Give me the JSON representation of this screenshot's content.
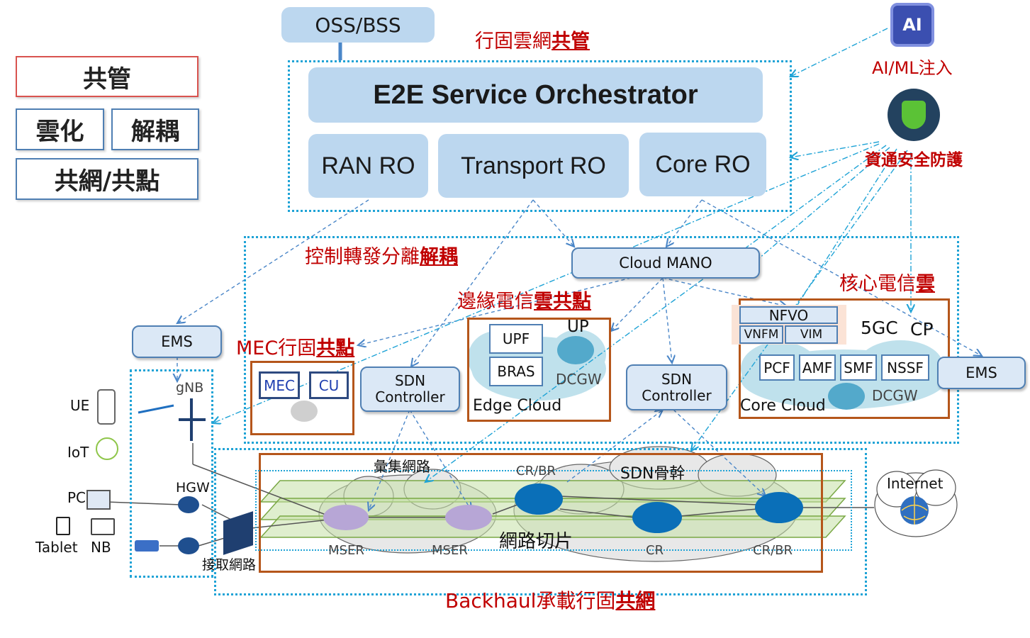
{
  "legend": {
    "shared_mgmt": "共管",
    "cloudify": "雲化",
    "decouple": "解耦",
    "shared_net": "共網/共點"
  },
  "top": {
    "oss_bss": "OSS/BSS",
    "title_prefix": "行固雲網",
    "title_emph": "共管",
    "e2e": "E2E Service Orchestrator",
    "ran_ro": "RAN RO",
    "transport_ro": "Transport RO",
    "core_ro": "Core RO"
  },
  "right": {
    "ai_chip": "AI",
    "ai_label": "AI/ML注入",
    "security_label": "資通安全防護"
  },
  "middle": {
    "cp_up_prefix": "控制轉發分離",
    "cp_up_emph": "解耦",
    "cloud_mano": "Cloud MANO",
    "edge_prefix": "邊緣電信",
    "edge_emph1": "雲",
    "edge_emph2": "共點",
    "mec_prefix": "MEC行固",
    "mec_emph": "共點",
    "core_prefix": "核心電信",
    "core_emph": "雲",
    "mec": "MEC",
    "cu": "CU",
    "sdn_controller": "SDN Controller",
    "upf": "UPF",
    "bras": "BRAS",
    "up": "UP",
    "dcgw": "DCGW",
    "edge_cloud": "Edge Cloud",
    "nfvo": "NFVO",
    "vnfm": "VNFM",
    "vim": "VIM",
    "fivegc": "5GC",
    "cp": "CP",
    "pcf": "PCF",
    "amf": "AMF",
    "smf": "SMF",
    "nssf": "NSSF",
    "core_cloud": "Core Cloud",
    "ems": "EMS"
  },
  "access": {
    "ems": "EMS",
    "gnb": "gNB",
    "ue": "UE",
    "iot": "IoT",
    "pc": "PC",
    "hgw": "HGW",
    "tablet": "Tablet",
    "nb": "NB",
    "access_net": "接取網路"
  },
  "backhaul": {
    "agg_net": "彙集網路",
    "sdn_backbone": "SDN骨幹",
    "crbr": "CR/BR",
    "cr": "CR",
    "mser": "MSER",
    "slicing": "網路切片",
    "internet": "Internet",
    "title_prefix": "Backhaul承載行固",
    "title_emph": "共網"
  },
  "colors": {
    "accent_red": "#c00000",
    "dotted_blue": "#1fa3d6",
    "orange_border": "#b5561b",
    "box_blue": "#bcd7ef",
    "router_blue": "#0a6fb8"
  }
}
